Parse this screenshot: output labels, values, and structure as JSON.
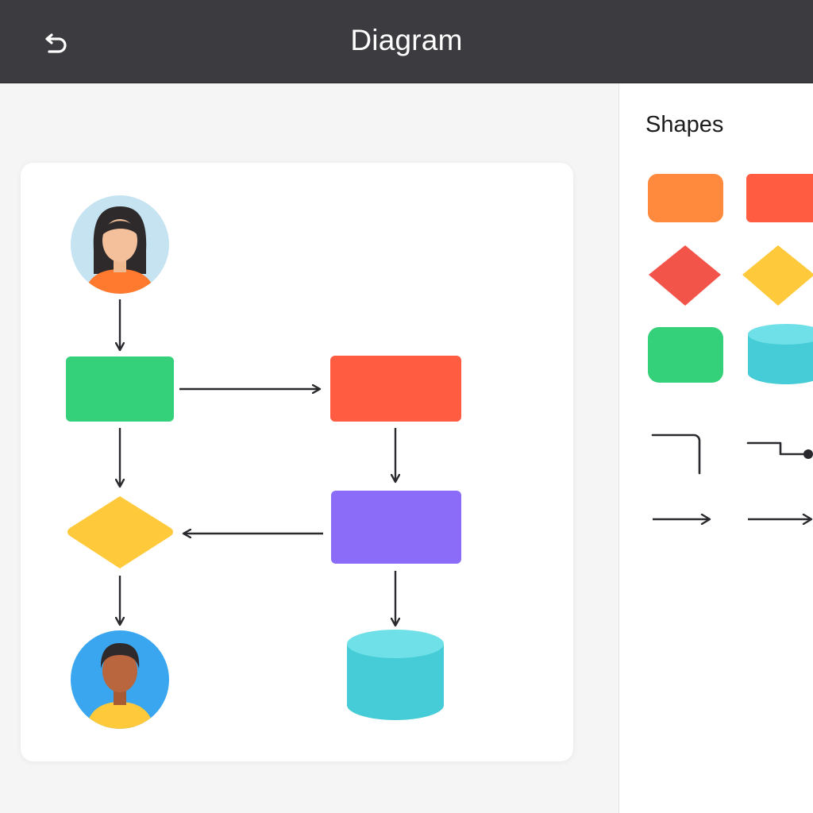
{
  "app": {
    "title": "Diagram"
  },
  "toolbar": {
    "menu_icon": "menu-icon",
    "undo_icon": "undo-icon"
  },
  "sidebar": {
    "title": "Shapes",
    "shapes": [
      {
        "name": "rounded-rectangle",
        "color": "#ff8a3d"
      },
      {
        "name": "rectangle",
        "color": "#ff5c42"
      },
      {
        "name": "diamond",
        "color": "#f2544a"
      },
      {
        "name": "diamond",
        "color": "#ffc93c"
      },
      {
        "name": "rounded-rectangle",
        "color": "#35d07a"
      },
      {
        "name": "cylinder",
        "color": "#45ccd6"
      }
    ],
    "connectors": [
      {
        "name": "elbow-connector"
      },
      {
        "name": "step-connector"
      },
      {
        "name": "arrow-connector"
      },
      {
        "name": "straight-arrow-connector"
      }
    ]
  },
  "diagram": {
    "nodes": [
      {
        "name": "avatar-woman",
        "type": "person"
      },
      {
        "name": "process-green",
        "type": "rectangle",
        "color": "#35d07a"
      },
      {
        "name": "process-red",
        "type": "rectangle",
        "color": "#ff5c42"
      },
      {
        "name": "process-purple",
        "type": "rectangle",
        "color": "#8b6cf8"
      },
      {
        "name": "decision-yellow",
        "type": "diamond",
        "color": "#ffc93c"
      },
      {
        "name": "database-cyan",
        "type": "cylinder",
        "color": "#45ccd6"
      },
      {
        "name": "avatar-man",
        "type": "person"
      }
    ],
    "colors": {
      "arrow": "#2a2a2e",
      "topbar": "#3b3b40"
    }
  }
}
